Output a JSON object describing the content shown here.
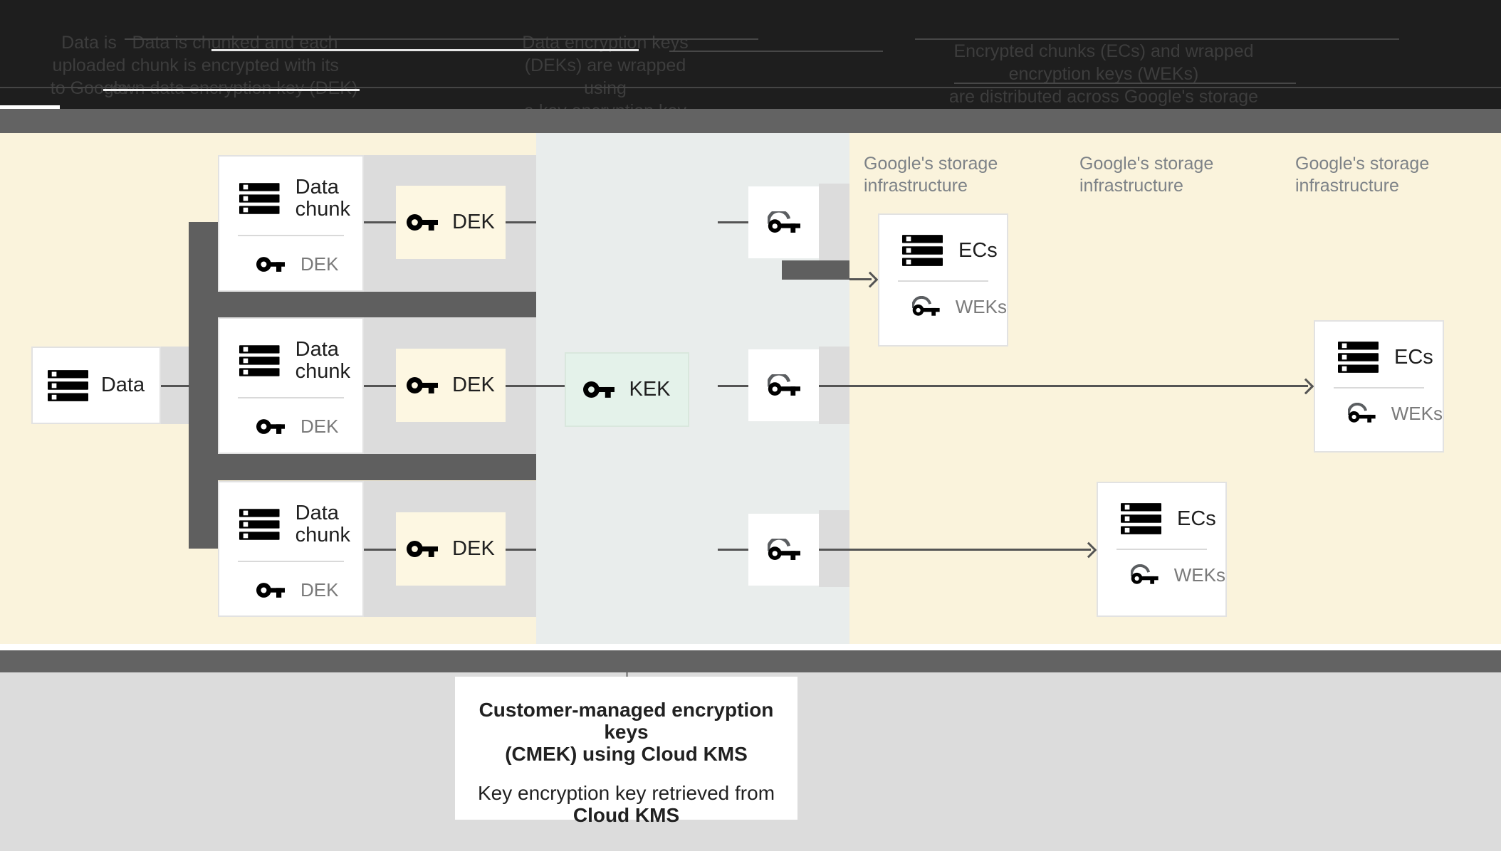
{
  "header": {
    "steps": [
      {
        "lines": [
          "Data is",
          "uploaded",
          "to Google"
        ]
      },
      {
        "lines": [
          "Data is chunked and each",
          "chunk is encrypted with its",
          "own data encryption key (DEK)"
        ]
      },
      {
        "lines": [
          "Data encryption keys",
          "(DEKs) are wrapped using",
          "a key encryption key (KEK)"
        ]
      },
      {
        "lines": [
          "Encrypted chunks (ECs) and wrapped encryption keys (WEKs)",
          "are distributed across Google's storage infrastructure"
        ]
      }
    ]
  },
  "diagram": {
    "source": {
      "label": "Data"
    },
    "chunk_rows": [
      {
        "title": "Data chunk",
        "sub": "DEK",
        "dek": "DEK"
      },
      {
        "title": "Data chunk",
        "sub": "DEK",
        "dek": "DEK"
      },
      {
        "title": "Data chunk",
        "sub": "DEK",
        "dek": "DEK"
      }
    ],
    "kek": {
      "label": "KEK"
    },
    "storage_columns": [
      {
        "label_line1": "Google's storage",
        "label_line2": "infrastructure"
      },
      {
        "label_line1": "Google's storage",
        "label_line2": "infrastructure"
      },
      {
        "label_line1": "Google's storage",
        "label_line2": "infrastructure"
      }
    ],
    "ecs_boxes": [
      {
        "title": "ECs",
        "sub": "WEKs"
      },
      {
        "title": "ECs",
        "sub": "WEKs"
      },
      {
        "title": "ECs",
        "sub": "WEKs"
      }
    ]
  },
  "footer": {
    "title_line1": "Customer-managed encryption keys",
    "title_line2": "(CMEK) using Cloud KMS",
    "body_line1": "Key encryption key retrieved from",
    "body_line2": "Cloud KMS"
  },
  "colors": {
    "header_bg": "#1e1e1e",
    "gray_bar": "#636363",
    "cream_panel": "#faf3dc",
    "kms_panel": "#e9edec",
    "band_gray": "#dcdcdc",
    "dark_connector": "#5f5f5f",
    "dek_box": "#fdf7e2",
    "kek_box": "#e4f2ea",
    "icon_gray": "#5b5e61",
    "text_primary": "#1f1f1f",
    "text_secondary": "#7a7a7a"
  }
}
